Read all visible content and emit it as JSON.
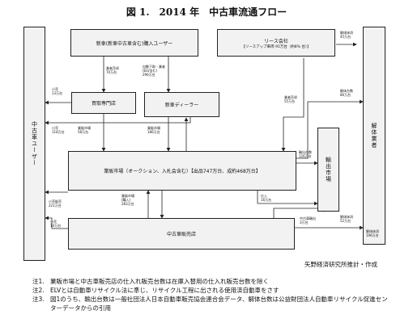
{
  "title": "図 1.　2014 年　中古車流通フロー",
  "boxes": {
    "buyer": "新車(新車中古車含む)購入ユーザー",
    "lease_line1": "リース会社",
    "lease_line2": "【リースアップ車両 91万台（約8% 台）】",
    "used_user": "中古車ユーザー",
    "specialty": "買取専門店",
    "dealer": "新車ディーラー",
    "auction": "業販市場（オークション、入札会含む）【出品747万台、成約468万台】",
    "export": "輸出市場",
    "dismantler": "解体業者",
    "sales": "中古車販売店"
  },
  "flows": {
    "buyer_to_specialty": "業者売却\n70万台",
    "buyer_to_dealer": "自動下取・業者\n(ELV含む)\n296万台",
    "lease_to_auction": "業者売却\n55万台",
    "lease_to_dismantler": "解体抹消\n45万台",
    "specialty_retail": "小売\n13万台",
    "dealer_retail": "小売\n118万台",
    "specialty_to_auction": "業販市場\n58万台",
    "dealer_to_auction": "業販市場\n186万台",
    "auction_to_export": "輸出台数\n126万台",
    "auction_to_dismantler": "解体台数\n86万台",
    "auction_to_sales": "業販市場\n(購入)\n283万台",
    "auction_export_2": "仕入\n16万台",
    "sales_retail": "小売販売\n221万台",
    "sales_retail_2": "小売\n14万台",
    "sales_to_export": "中古車輸出\n3万台",
    "sales_to_dismantler": "解体抹消\n52万台",
    "dismantler_total": "解体抹消\n196万台"
  },
  "credit": "矢野経済研究所推計・作成",
  "notes": [
    {
      "key": "注1.",
      "text": "業販市場と中古車販売店の仕入れ販売台数は在庫入替用の仕入れ販売台数を除く"
    },
    {
      "key": "注2.",
      "text": "ELVとは自動車リサイクル法に準じ、リサイクル工程に出される使用済自動車をさす"
    },
    {
      "key": "注3.",
      "text": "図1のうち、輸出台数は一般社団法人日本自動車販売協会連合会データ、解体台数は公益財団法人自動車リサイクル促進センターデータからの引用"
    }
  ]
}
